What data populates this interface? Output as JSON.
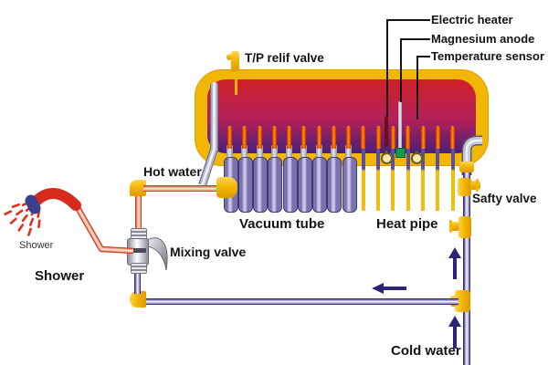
{
  "title": "Solar water heater diagram",
  "colors": {
    "gold": "#F2B705",
    "tank_red": "#D12129",
    "tank_purple": "#46217A",
    "tube_body": "#7A73AE",
    "tube_light": "#C9C5E6",
    "tube_dark": "#3E3778",
    "tip_orange": "#FF8800",
    "heat_pipe_yellow": "#F2BD13",
    "heat_pipe_purple": "#5B50A0",
    "cold_fill": "#B3AFD8",
    "cold_dark": "#312A7D",
    "hot_fill": "#F2A98C",
    "hot_dark": "#C8442A",
    "arrow": "#2B2478",
    "anode_green": "#17994D",
    "heater_dark": "#6B1016",
    "shower_red": "#D62A1C",
    "spray_red": "#E0301C",
    "cap_navy": "#3A3F8E"
  },
  "labels": {
    "electric_heater": "Electric heater",
    "magnesium_anode": "Magnesium anode",
    "temperature_sensor": "Temperature sensor",
    "tp_relief_valve": "T/P relif valve",
    "hot_water": "Hot water",
    "safety_valve": "Safty valve",
    "vacuum_tube": "Vacuum tube",
    "heat_pipe": "Heat pipe",
    "mixing_valve": "Mixing valve",
    "shower_small": "Shower",
    "shower_bold": "Shower",
    "cold_water": "Cold water"
  },
  "components": {
    "heat_pipe_total": 16,
    "vacuum_tube_count": 9,
    "bare_heat_pipe_count": 7,
    "temperature_sensor_symbol_count": 2
  },
  "flow_arrows": [
    {
      "name": "mixed-water-flow",
      "direction": "left"
    },
    {
      "name": "cold-water-flow-upper",
      "direction": "up"
    },
    {
      "name": "cold-water-flow-lower",
      "direction": "up"
    }
  ]
}
